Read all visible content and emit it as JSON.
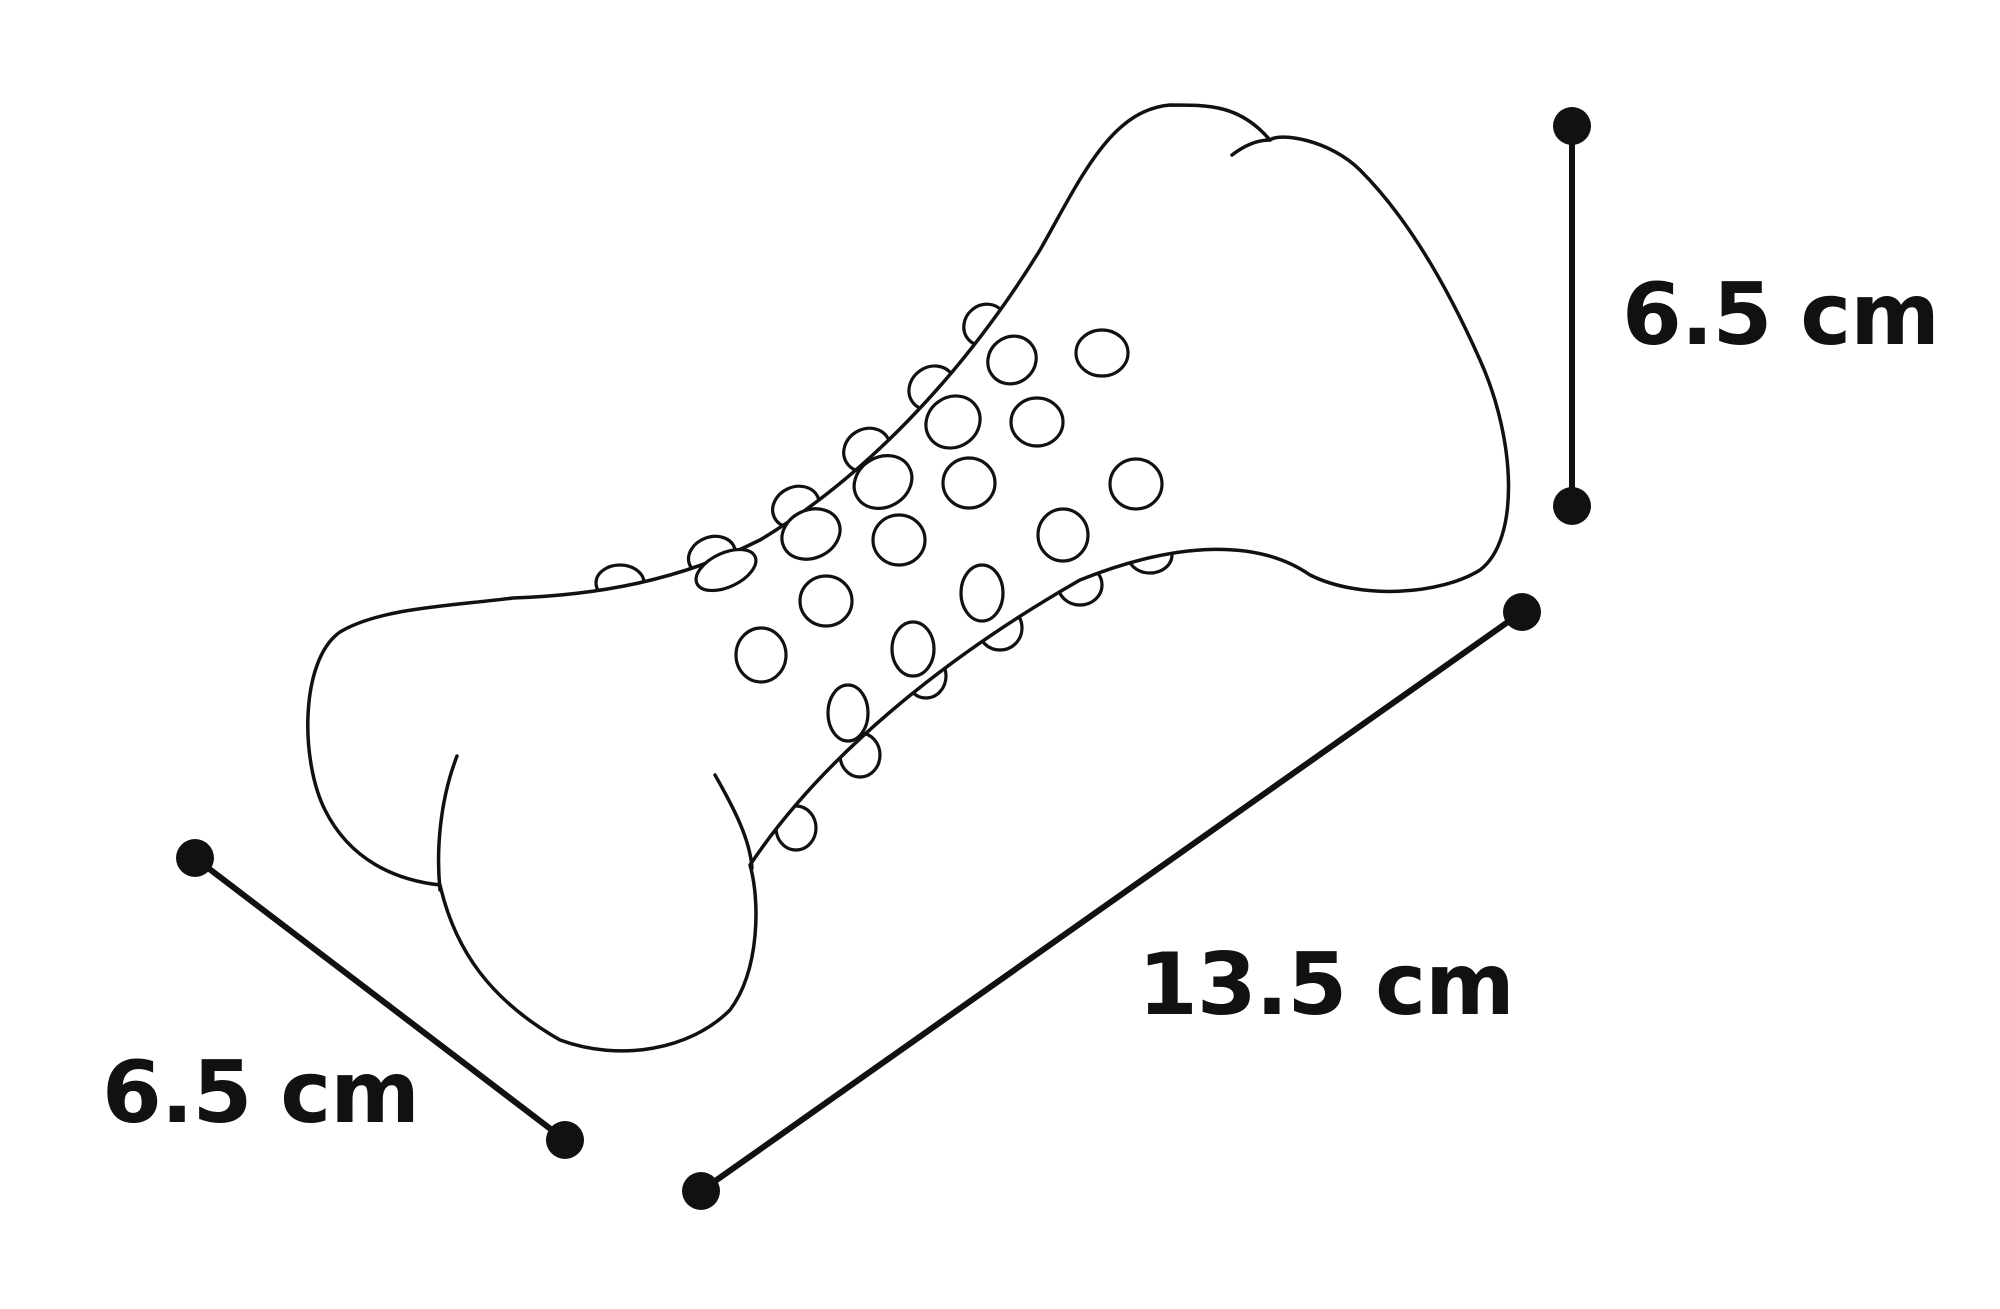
{
  "dimensions": {
    "height": "6.5 cm",
    "length": "13.5 cm",
    "width": "6.5 cm"
  },
  "colors": {
    "ink": "#111111",
    "background": "#ffffff"
  }
}
